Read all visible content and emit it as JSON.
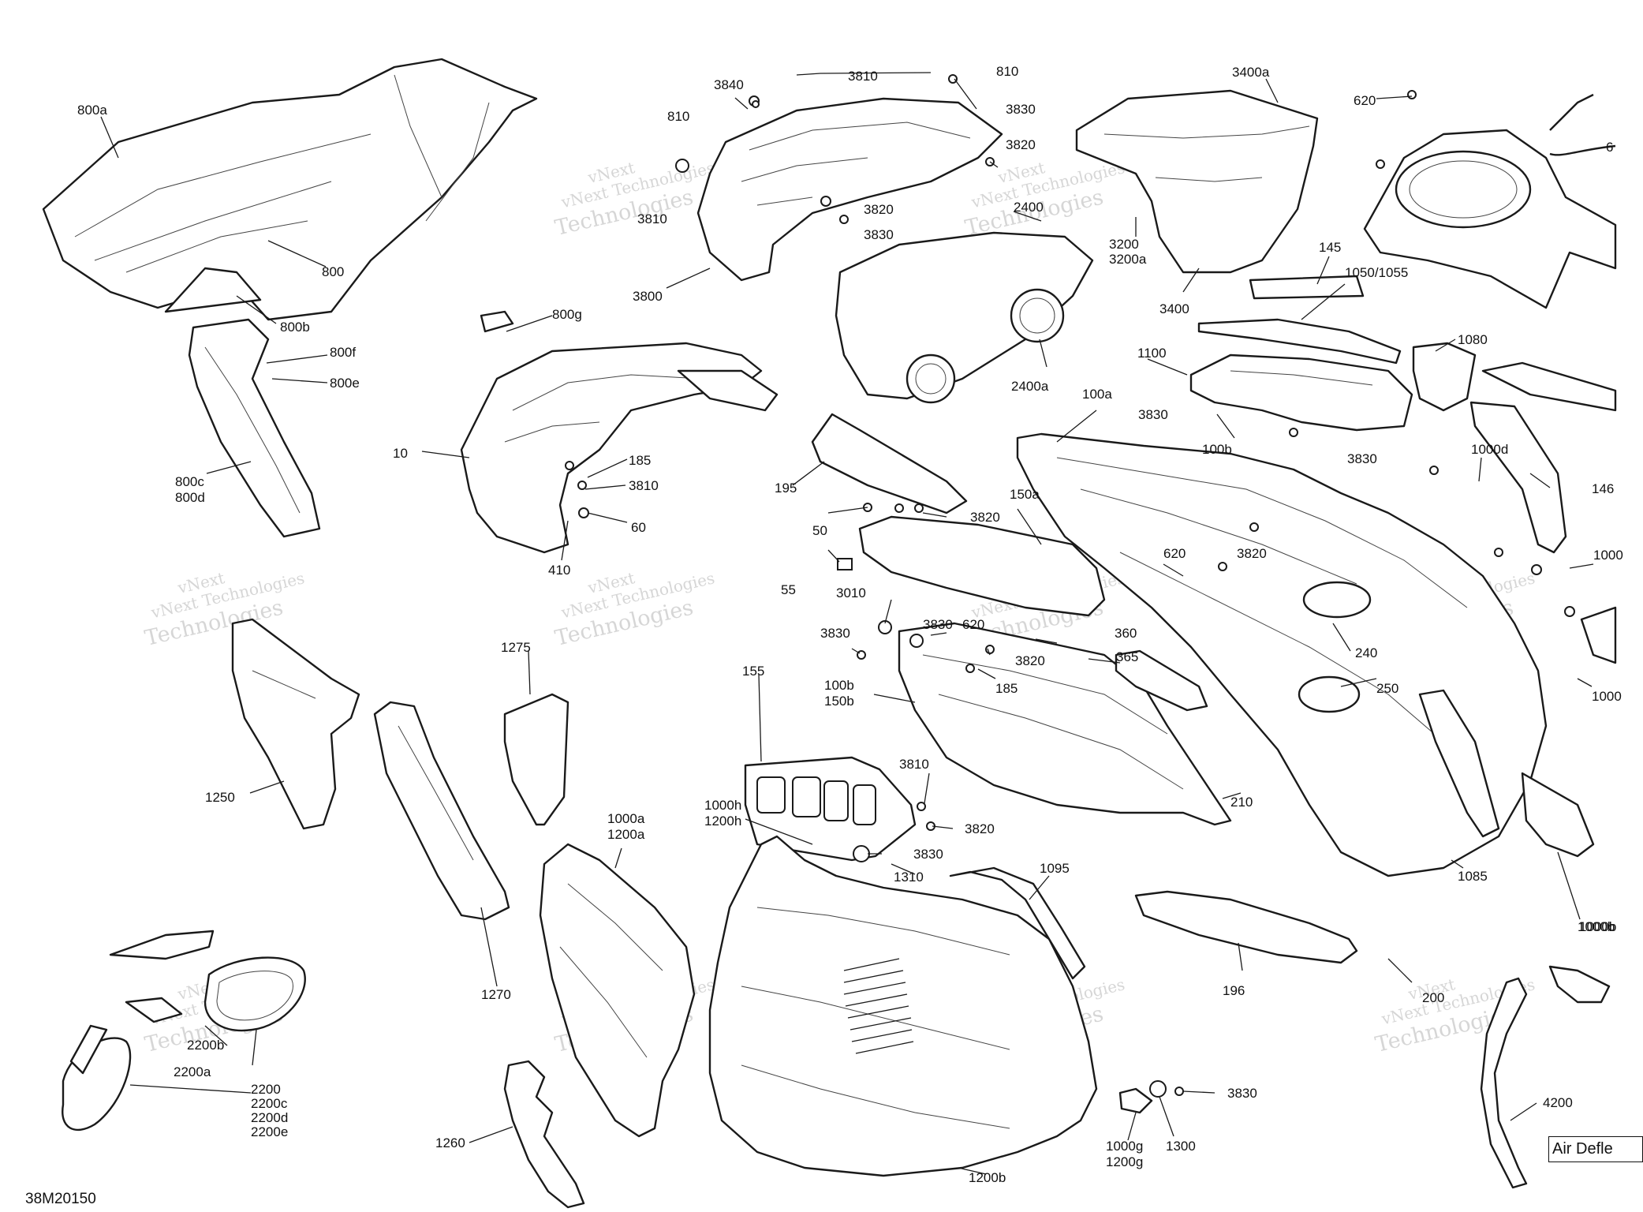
{
  "watermark": {
    "line1": "vNext",
    "line2": "vNext Technologies",
    "line3": "Technologies"
  },
  "reference_code": "38M20150",
  "legend_box": "Air Defle",
  "callouts": [
    "800a",
    "800",
    "800b",
    "800f",
    "800e",
    "800g",
    "800c",
    "800d",
    "3840",
    "810",
    "3810",
    "810",
    "3830",
    "3820",
    "3810",
    "3820",
    "3830",
    "3800",
    "2400",
    "2400a",
    "3400a",
    "3200",
    "3200a",
    "3400",
    "620",
    "6",
    "145",
    "1050/1055",
    "1080",
    "1100",
    "3830",
    "3830",
    "10",
    "185",
    "3810",
    "60",
    "410",
    "195",
    "100a",
    "100b",
    "1000d",
    "146",
    "3820",
    "50",
    "55",
    "150a",
    "620",
    "3820",
    "1000",
    "3010",
    "3830",
    "3830",
    "620",
    "3820",
    "185",
    "360",
    "365",
    "240",
    "250",
    "100b",
    "150b",
    "1000",
    "1275",
    "155",
    "1250",
    "3810",
    "3820",
    "1000h",
    "1200h",
    "3830",
    "1310",
    "1000a",
    "1200a",
    "1095",
    "210",
    "1085",
    "1000b",
    "1270",
    "196",
    "200",
    "2200b",
    "2200a",
    "2200",
    "2200c",
    "2200d",
    "2200e",
    "1260",
    "3830",
    "1300",
    "1000g",
    "1200g",
    "4200",
    "1000b",
    "1200b"
  ]
}
